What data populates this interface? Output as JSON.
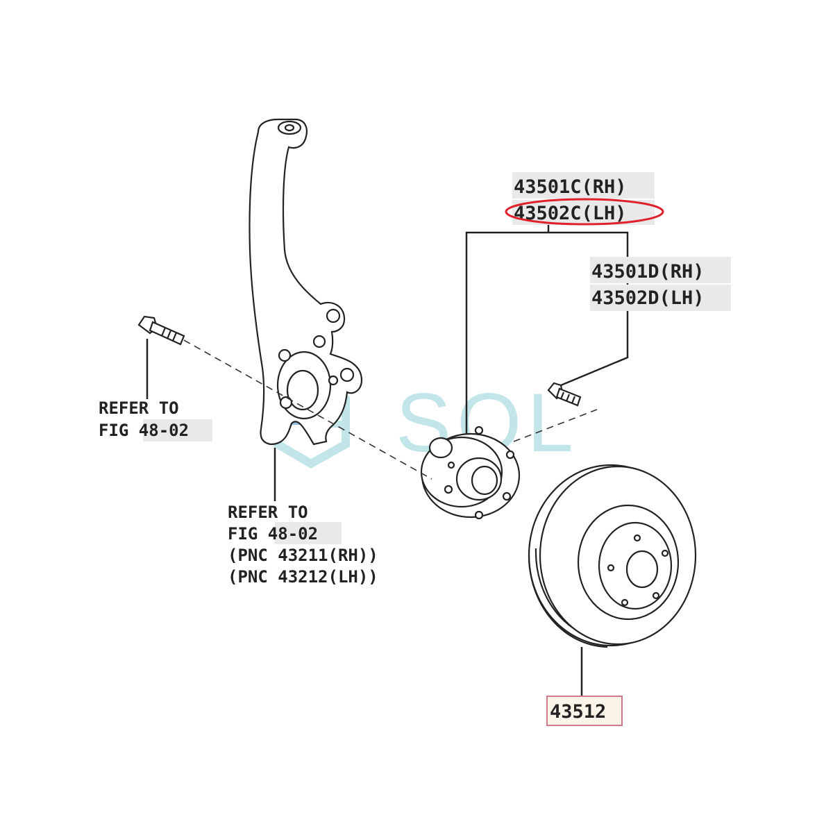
{
  "hub_labels": {
    "hub_assy_rh": "43501C(RH)",
    "hub_assy_lh": "43502C(LH)",
    "hub_bolt_rh": "43501D(RH)",
    "hub_bolt_lh": "43502D(LH)"
  },
  "bolt_refer": {
    "line1": "REFER TO",
    "line2_prefix": "FIG ",
    "line2_ref": "48-02"
  },
  "knuckle_refer": {
    "line1": "REFER TO",
    "line2_prefix": "FIG ",
    "line2_ref": "48-02",
    "line3": "(PNC 43211(RH))",
    "line4": "(PNC 43212(LH))"
  },
  "rotor_label": "43512",
  "watermark": {
    "text": "SOL"
  },
  "colors": {
    "highlight_ring": "#e0202a",
    "rotor_label_border": "#d07a8a",
    "rotor_label_fill": "#fbf4e8",
    "label_gray": "#e9e9e9",
    "watermark": "#8fd0d8"
  }
}
